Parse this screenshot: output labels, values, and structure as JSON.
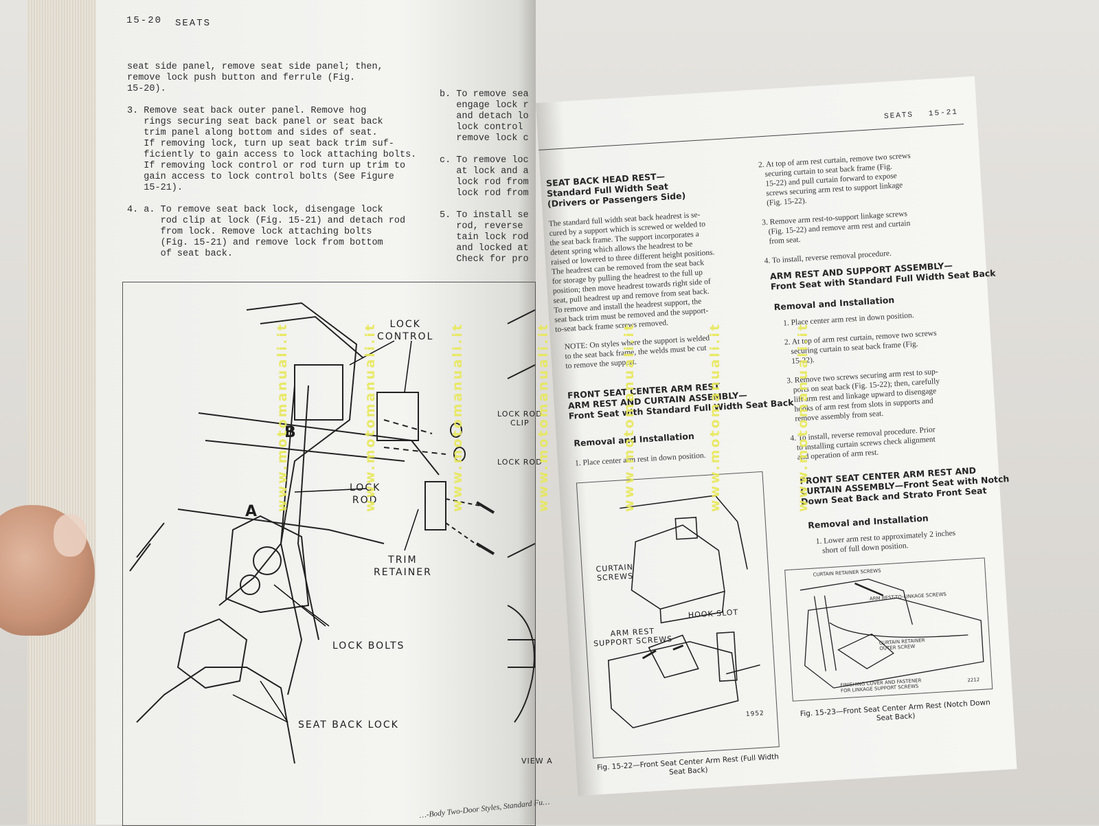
{
  "left_page": {
    "page_number": "15-20",
    "section": "SEATS",
    "col1": "seat side panel, remove seat side panel; then,\nremove lock push button and ferrule (Fig.\n15-20).\n\n3. Remove seat back outer panel. Remove hog\n   rings securing seat back panel or seat back\n   trim panel along bottom and sides of seat.\n   If removing lock, turn up seat back trim suf-\n   ficiently to gain access to lock attaching bolts.\n   If removing lock control or rod turn up trim to\n   gain access to lock control bolts (See Figure\n   15-21).\n\n4. a. To remove seat back lock, disengage lock\n      rod clip at lock (Fig. 15-21) and detach rod\n      from lock. Remove lock attaching bolts\n      (Fig. 15-21) and remove lock from bottom\n      of seat back.",
    "col2": "b. To remove seat\n   engage lock rod\n   and detach lock\n   lock control atta\n   remove lock cont\n\nc. To remove lock ro\n   at lock and at lo\n   lock rod from s\n   lock rod from seat\n\n5. To install seat back\n   rod, reverse remov\n   tain lock rod and\n   and locked at lock\n   Check for proper op",
    "figure_labels": {
      "lock_control": "LOCK\nCONTROL",
      "lock_rod": "LOCK\nROD",
      "trim_retainer": "TRIM\nRETAINER",
      "lock_bolts": "LOCK BOLTS",
      "seat_back_lock": "SEAT BACK LOCK",
      "lock_rod_clip": "LOCK ROD\nCLIP",
      "lock_rod_2": "LOCK ROD",
      "view_a": "VIEW A",
      "letter_a": "A",
      "letter_b": "B"
    }
  },
  "right_page": {
    "section": "SEATS",
    "page_number": "15-21",
    "col1_heading1": "SEAT BACK HEAD REST—\nStandard Full Width Seat\n(Drivers or Passengers Side)",
    "col1_para1": "The standard full width seat back headrest is se-\ncured by a support which is screwed or welded to\nthe seat back frame. The support incorporates a\ndetent spring which allows the headrest to be\nraised or lowered to three different height positions.\nThe headrest can be removed from the seat back\nfor storage by pulling the headrest to the full up\nposition; then move headrest towards right side of\nseat, pull headrest up and remove from seat back.\nTo remove and install the headrest support, the\nseat back trim must be removed and the support-\nto-seat back frame screws removed.",
    "col1_note": "NOTE: On styles where the support is welded\nto the seat back frame, the welds must be cut\nto remove the support.",
    "col1_heading2": "FRONT SEAT CENTER ARM REST\nARM REST AND CURTAIN ASSEMBLY—\nFront Seat with Standard Full Width Seat Back",
    "col1_heading3": "Removal and Installation",
    "col1_step1": "1. Place center arm rest in down position.",
    "col2_steps": "2. At top of arm rest curtain, remove two screws\n   securing curtain to seat back frame (Fig.\n   15-22) and pull curtain forward to expose\n   screws securing arm rest to support linkage\n   (Fig. 15-22).\n\n3. Remove arm rest-to-support linkage screws\n   (Fig. 15-22) and remove arm rest and curtain\n   from seat.\n\n4. To install, reverse removal procedure.",
    "col2_heading1": "ARM REST AND SUPPORT ASSEMBLY—\nFront Seat with Standard Full Width Seat Back",
    "col2_heading2": "Removal and Installation",
    "col2_steps2": "1. Place center arm rest in down position.\n\n2. At top of arm rest curtain, remove two screws\n   securing curtain to seat back frame (Fig.\n   15-22).\n\n3. Remove two screws securing arm rest to sup-\n   ports on seat back (Fig. 15-22); then, carefully\n   lift arm rest and linkage upward to disengage\n   hooks of arm rest from slots in supports and\n   remove assembly from seat.\n\n4. To install, reverse removal procedure. Prior\n   to installing curtain screws check alignment\n   and operation of arm rest.",
    "col2_heading3": "FRONT SEAT CENTER ARM REST AND\nCURTAIN ASSEMBLY—Front Seat with Notch\nDown Seat Back and Strato Front Seat",
    "col2_heading4": "Removal and Installation",
    "col2_step_last": "1. Lower arm rest to approximately 2 inches\n   short of full down position.",
    "fig22": {
      "curtain_screws": "CURTAIN\nSCREWS",
      "arm_rest_support_screws": "ARM REST\nSUPPORT SCREWS",
      "hook_slot": "HOOK SLOT",
      "number": "1952",
      "caption": "Fig. 15-22—Front Seat Center Arm Rest (Full Width\nSeat Back)"
    },
    "fig23": {
      "curtain_retainer_screws": "CURTAIN RETAINER SCREWS",
      "arm_rest_linkage": "ARM REST-TO-LINKAGE SCREWS",
      "outer_screw": "CURTAIN RETAINER\nOUTER SCREW",
      "finishing_cover": "FINISHING COVER AND FASTENER\nFOR LINKAGE SUPPORT SCREWS",
      "number": "2212",
      "caption": "Fig. 15-23—Front Seat Center Arm Rest (Notch Down\nSeat Back)"
    }
  },
  "bottom_caption": "…-Body Two-Door Styles, Standard Fu…",
  "watermark": "www.motomanuali.it",
  "colors": {
    "page": "#f4f4f1",
    "ink": "#2e2e2e",
    "watermark": "#e8e85a"
  }
}
